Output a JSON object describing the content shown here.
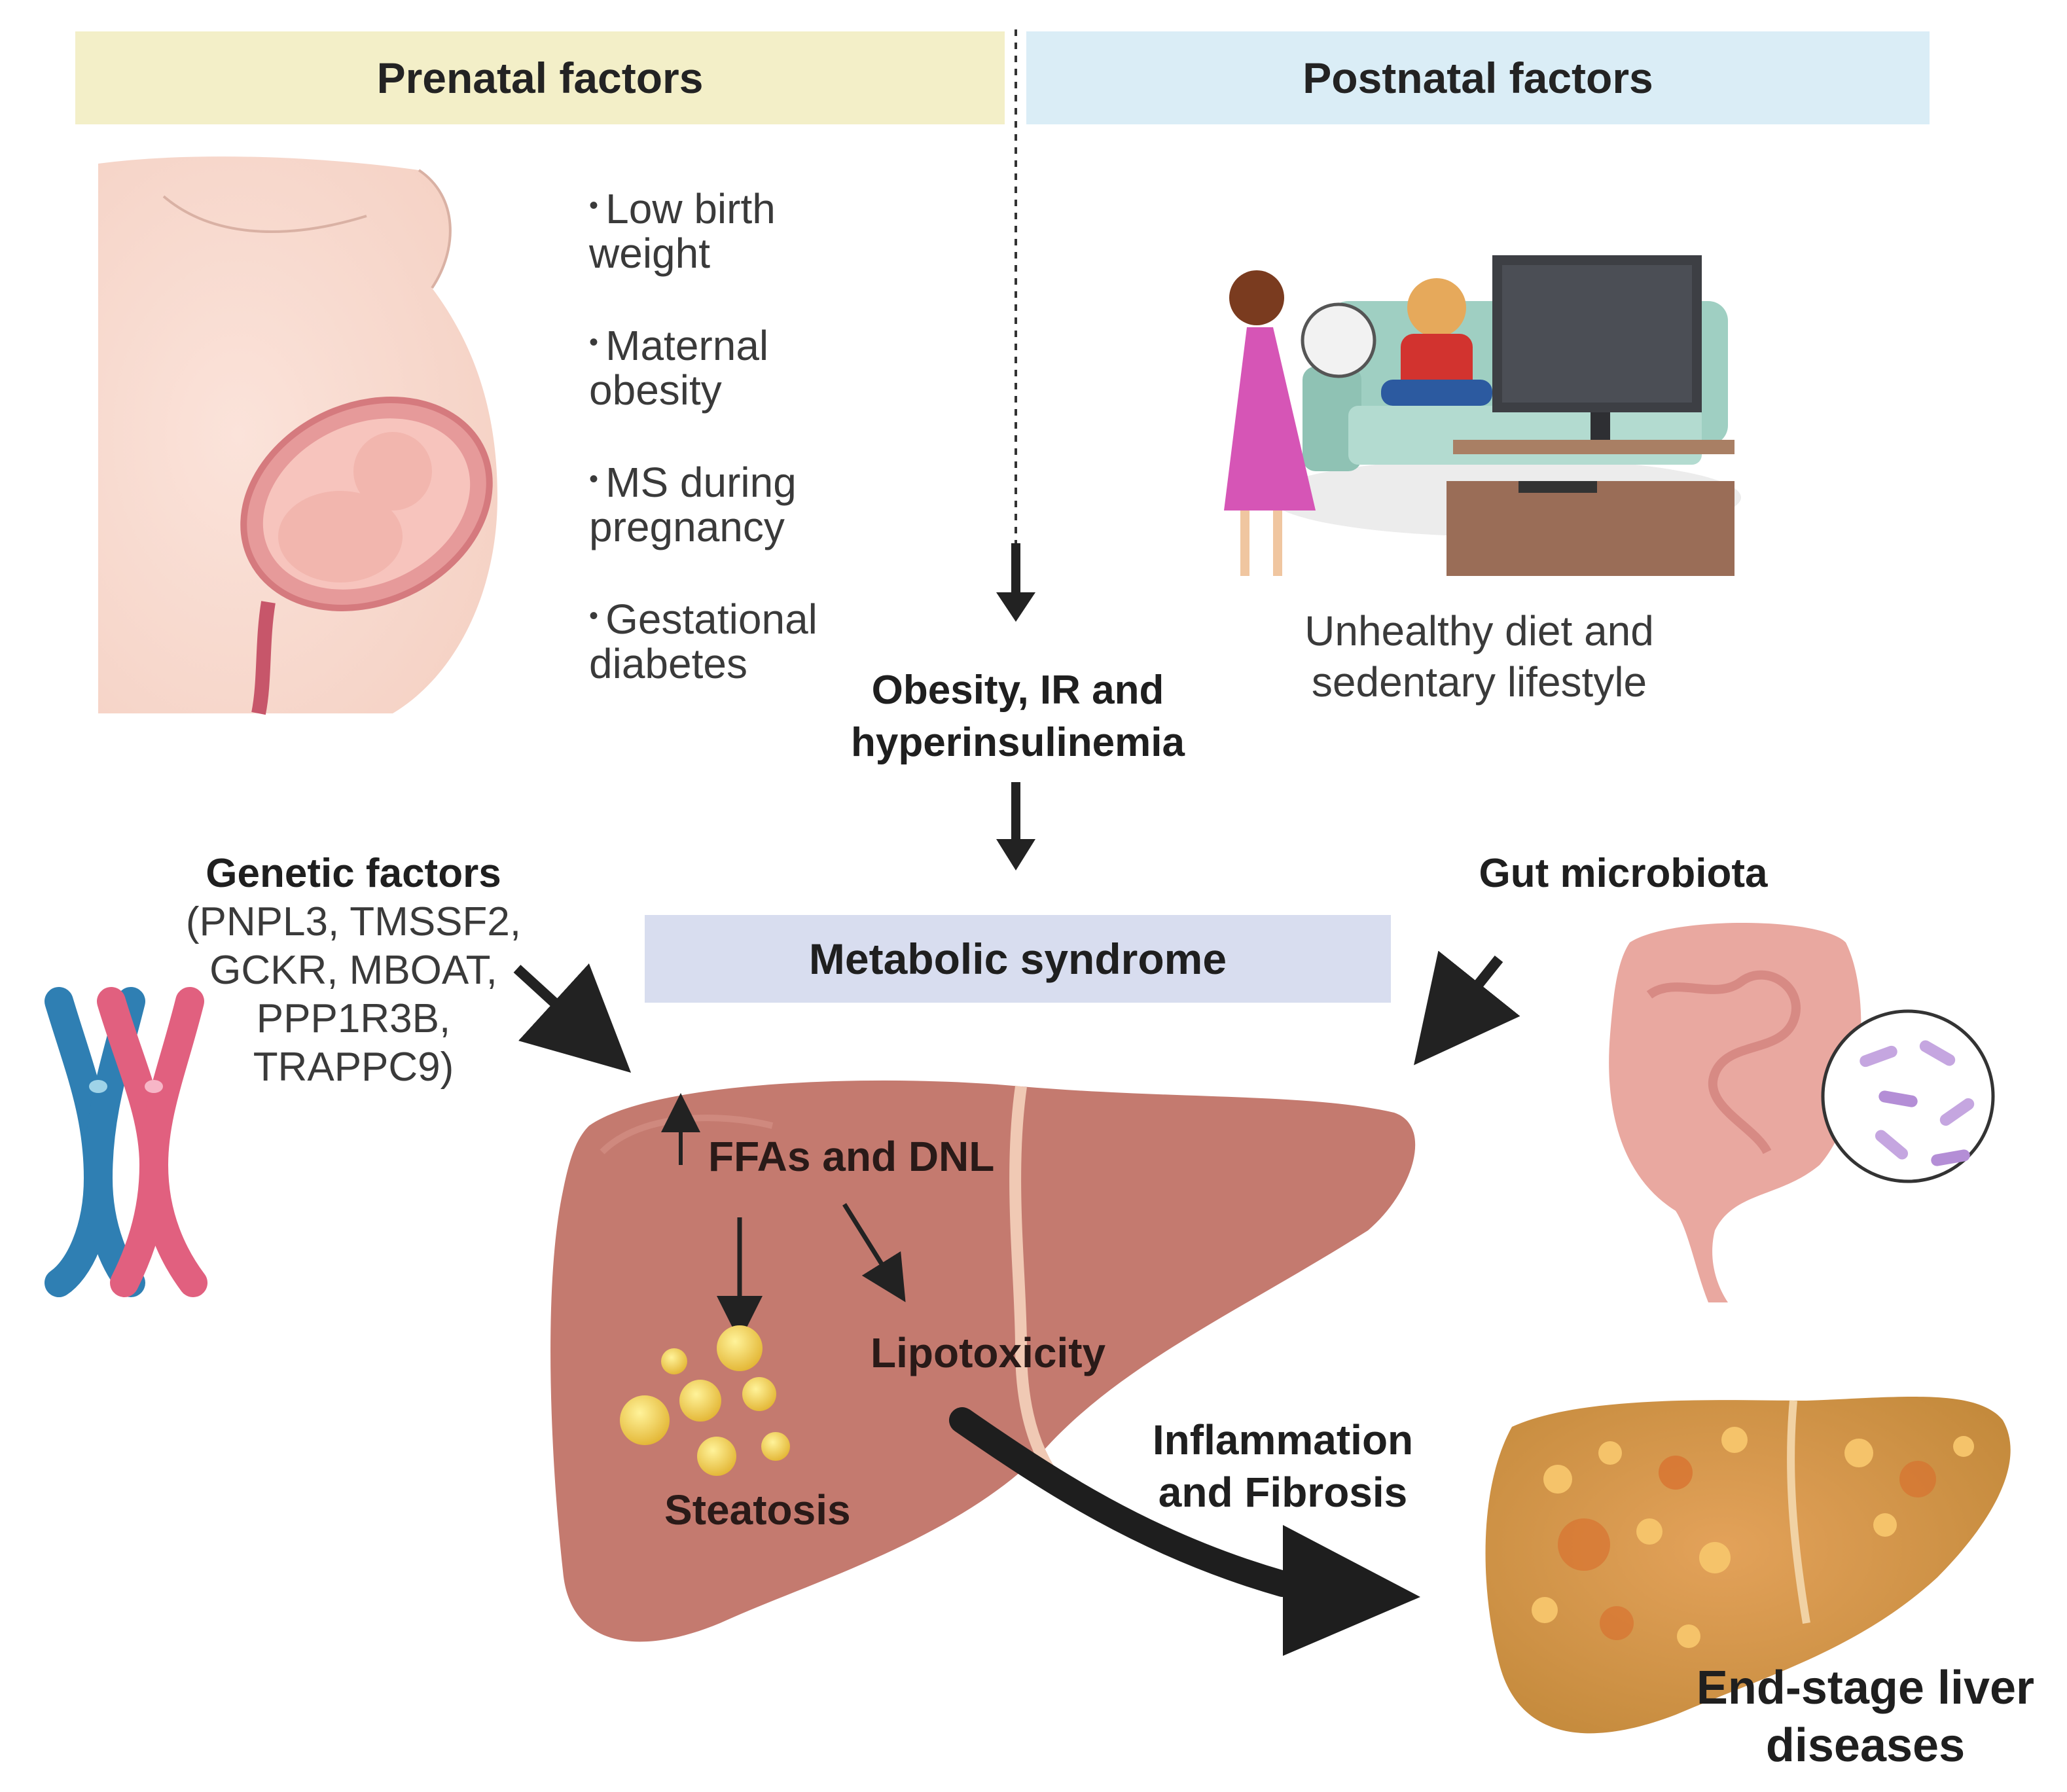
{
  "headers": {
    "prenatal": "Prenatal factors",
    "postnatal": "Postnatal factors"
  },
  "prenatal_factors": [
    "Low birth weight",
    "Maternal obesity",
    "MS during pregnancy",
    "Gestational diabetes"
  ],
  "postnatal_caption": "Unhealthy diet and sedentary lifestyle",
  "central": {
    "obesity": "Obesity, IR and hyperinsulinemia",
    "metabolic_syndrome": "Metabolic syndrome"
  },
  "genetic": {
    "title": "Genetic factors",
    "genes": "(PNPL3, TMSSF2, GCKR, MBOAT, PPP1R3B, TRAPPC9)"
  },
  "gut": {
    "title": "Gut microbiota"
  },
  "liver": {
    "ffa": "FFAs and DNL",
    "lipotoxicity": "Lipotoxicity",
    "steatosis": "Steatosis"
  },
  "progression": "Inflammation and Fibrosis",
  "endstage": "End-stage liver diseases",
  "colors": {
    "prenatal_banner": "#f3efc8",
    "postnatal_banner": "#daedf6",
    "metabolic_box": "#d8ddef",
    "liver": "#c47a6f",
    "chromosome_blue": "#2f7fb3",
    "chromosome_pink": "#e1607f"
  }
}
